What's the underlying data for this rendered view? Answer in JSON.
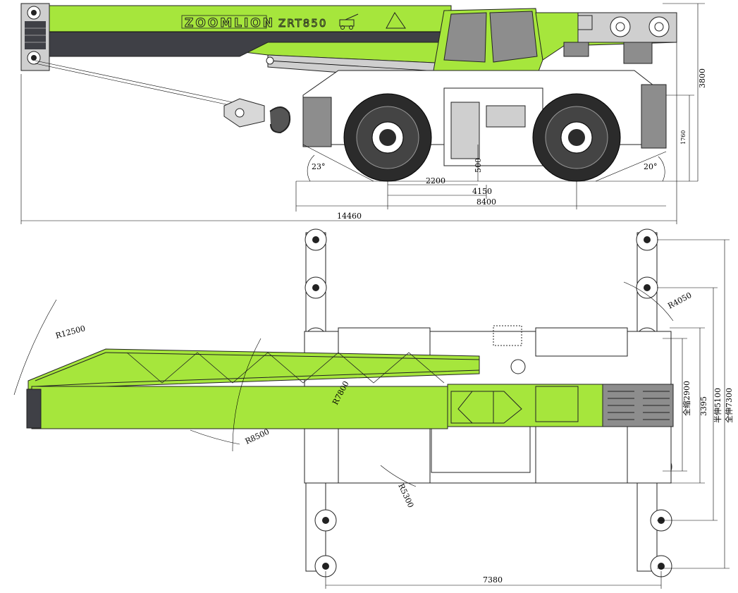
{
  "brand": {
    "logo": "ZOOMLION",
    "model": "ZRT850"
  },
  "side_view": {
    "dim_height": "3800",
    "dim_height_small": "1760",
    "angle_front": "23°",
    "angle_rear": "20°",
    "dim_500": "500",
    "dim_2200": "2200",
    "dim_4150": "4150",
    "dim_8400": "8400",
    "dim_14460": "14460"
  },
  "top_view": {
    "radius_12500": "R12500",
    "radius_7800": "R7800",
    "radius_8500": "R8500",
    "radius_5300": "R5300",
    "radius_4050": "R4050",
    "dim_full_retract": "全缩2900",
    "dim_3395": "3395",
    "dim_half_extend": "半伸5100",
    "dim_full_extend": "全伸7300",
    "dim_7380": "7380"
  },
  "colors": {
    "body_green": "#a6e63c",
    "boom_grey": "#3f4046",
    "panel_grey": "#8d8d8d"
  }
}
